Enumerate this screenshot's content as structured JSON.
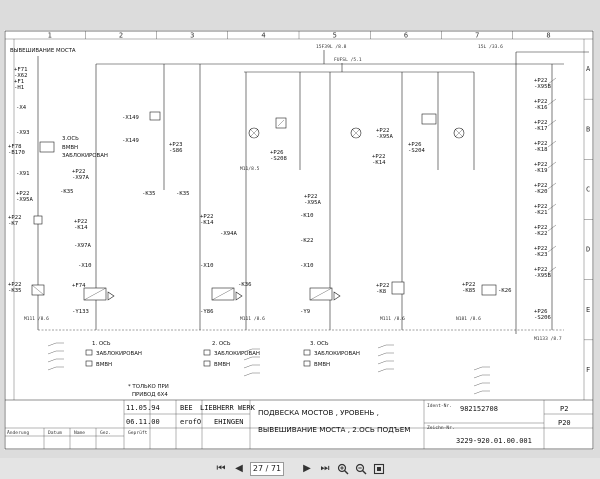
{
  "columns": [
    "1",
    "2",
    "3",
    "4",
    "5",
    "6",
    "7",
    "8"
  ],
  "rows": [
    "A",
    "B",
    "C",
    "D",
    "E",
    "F"
  ],
  "header_left": "ВЫВЕШИВАНИЕ МОСТА",
  "axis_label": "3.ОСЬ",
  "blocked_label_1": "ВМВН",
  "blocked_label_2": "ЗАБЛОКИРОВАН",
  "axes": [
    "1. ОСЬ",
    "2. ОСЬ",
    "3. ОСЬ"
  ],
  "legend": {
    "blocked": "ЗАБЛОКИРОВАН",
    "released": "ВМВН"
  },
  "note_line1": "* ТОЛЬКО ПРИ",
  "note_line2": "ПРИВОД 6Х4",
  "top_refs": {
    "r1": "15F39L /8.8",
    "r2": "FUFSL /5.1",
    "r3": "15L /33.6"
  },
  "components": {
    "f71": "+F71",
    "x62": "-X62",
    "f1": "+F1",
    "h1": "-H1",
    "x4": "-X4",
    "x93": "-X93",
    "f78": "+F78",
    "b170": "-B170",
    "x91": "-X91",
    "p22a": "+P22",
    "x95a": "-X95A",
    "k7": "-K7",
    "k35": "-K35",
    "x149a": "-X149",
    "x149b": "-X149",
    "p23": "+P23",
    "s86": "-S86",
    "k35b": "-K35",
    "k97a": "-X97A",
    "k14": "-K14",
    "x10": "-X10",
    "y133": "-Y133",
    "f74": "+F74",
    "y86": "-Y86",
    "k36": "-K36",
    "k94": "-X94A",
    "p26": "+P26",
    "s208": "-S208",
    "k22": "-K22",
    "k10": "-K10",
    "y9": "-Y9",
    "k8": "-K8",
    "s204": "-S204",
    "k95": "-X95A",
    "k85": "-K85",
    "k26": "-K26",
    "x95b": "-X95B",
    "k16": "-K16",
    "k17": "-K17",
    "k18": "-K18",
    "k19": "-K19",
    "k20": "-K20",
    "k21": "-K21",
    "k22b": "-K22",
    "k23": "-K23",
    "s206": "-S206"
  },
  "title_block": {
    "date1": "11.05.94",
    "name1": "BEE",
    "date2": "06.11.00",
    "name2": "erofO",
    "company1": "LIEBHERR WERK",
    "company2": "EHINGEN",
    "title1": "ПОДВЕСКА МОСТОВ , УРОВЕНЬ ,",
    "title2": "ВЫВЕШИВАНИЕ МОСТА , 2.ОСЬ ПОДЪЕМ",
    "ident_label": "Ident-Nr.",
    "ident": "982152708",
    "drawing_label": "Zeichn-Nr.",
    "drawing": "3229-920.01.00.001",
    "sheet_no": "P2",
    "sheet_total": "P20",
    "hdr_aenderung": "Änderung",
    "hdr_datum": "Datum",
    "hdr_name": "Name",
    "hdr_gez": "Gez.",
    "hdr_geprueft": "Geprüft"
  },
  "viewer": {
    "page_value": "27 / 71",
    "page_total": ""
  }
}
